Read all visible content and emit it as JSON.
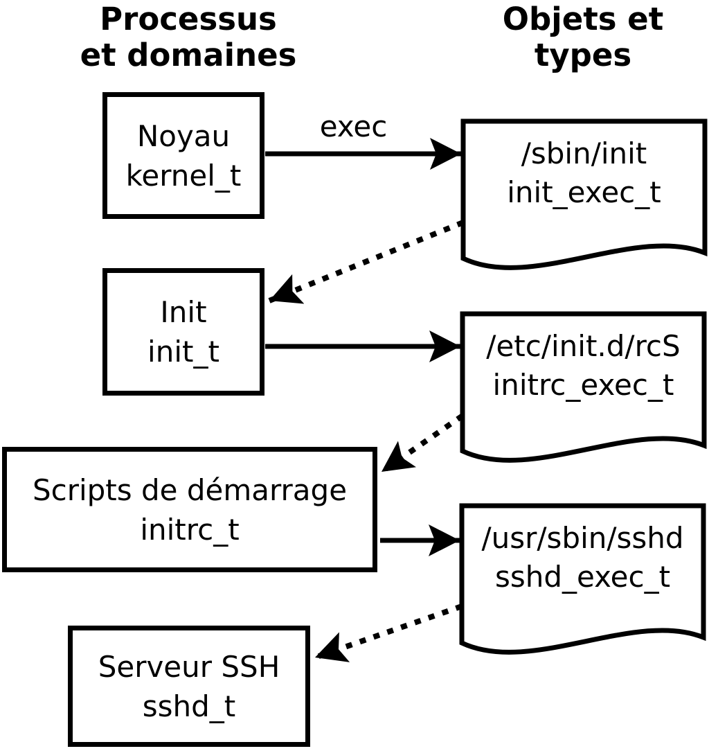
{
  "column_headers": {
    "left": "Processus\net domaines",
    "right": "Objets et\ntypes"
  },
  "process_boxes": [
    {
      "label": "Noyau",
      "domain": "kernel_t"
    },
    {
      "label": "Init",
      "domain": "init_t"
    },
    {
      "label": "Scripts de démarrage",
      "domain": "initrc_t"
    },
    {
      "label": "Serveur SSH",
      "domain": "sshd_t"
    }
  ],
  "object_docs": [
    {
      "path": "/sbin/init",
      "type": "init_exec_t"
    },
    {
      "path": "/etc/init.d/rcS",
      "type": "initrc_exec_t"
    },
    {
      "path": "/usr/sbin/sshd",
      "type": "sshd_exec_t"
    }
  ],
  "arrow_labels": {
    "exec": "exec"
  },
  "colors": {
    "ink": "#000000",
    "paper": "#ffffff"
  }
}
